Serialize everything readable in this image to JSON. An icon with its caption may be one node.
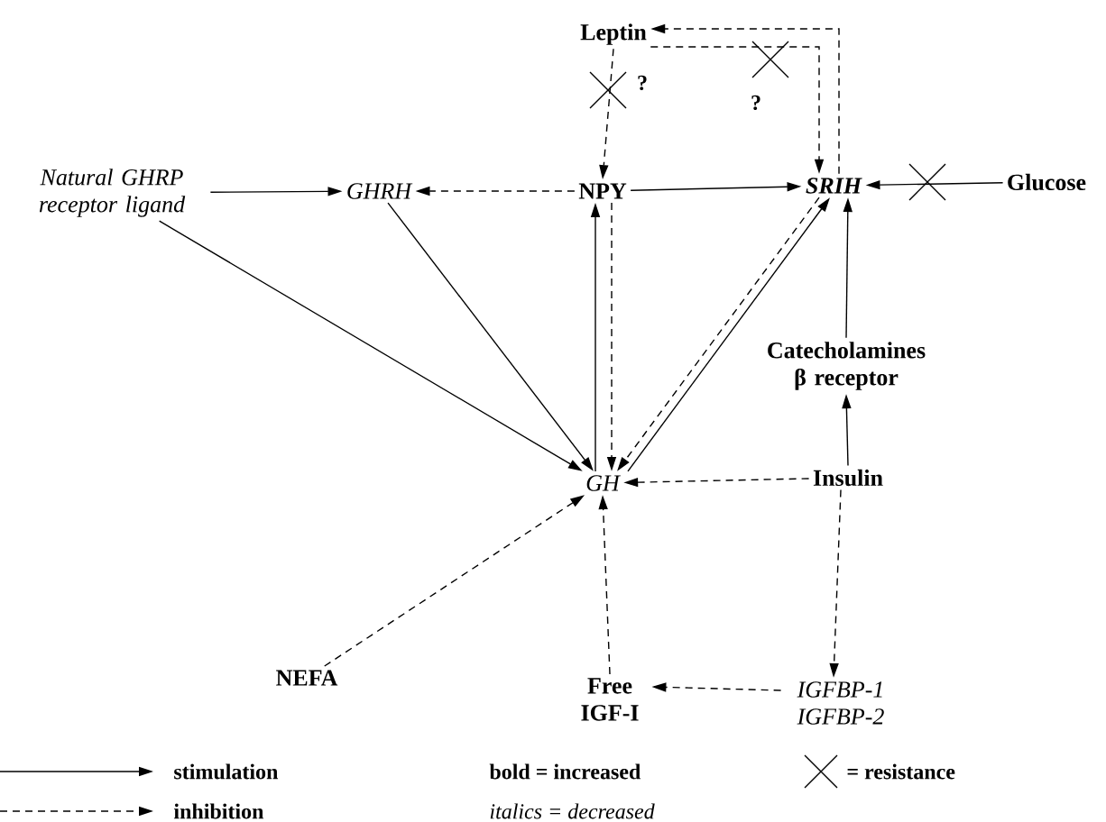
{
  "diagram": {
    "nodes": [
      {
        "text": [
          "Leptin"
        ]
      },
      {
        "text": [
          "Natural GHRP receptor ligand"
        ]
      },
      {
        "text": [
          "GHRH"
        ]
      },
      {
        "text": [
          "NPY"
        ]
      },
      {
        "text": [
          "SRIH"
        ]
      },
      {
        "text": [
          "Glucose"
        ]
      },
      {
        "text": [
          "Catecholamines β receptor"
        ]
      },
      {
        "text": [
          "GH"
        ]
      },
      {
        "text": [
          "Insulin"
        ]
      },
      {
        "text": [
          "NEFA"
        ]
      },
      {
        "text": [
          "Free IGF-I"
        ]
      },
      {
        "text": [
          "IGFBP-1 IGFBP-2"
        ]
      }
    ],
    "edges": [
      {
        "from": 0,
        "to": 3,
        "arrow": "to",
        "style": "dashed",
        "label": "?"
      },
      {
        "from": 4,
        "to": 0,
        "arrow": "to",
        "style": "dashed"
      },
      {
        "from": 0,
        "to": 4,
        "arrow": "to",
        "style": "dashed",
        "label": "?"
      },
      {
        "from": 1,
        "to": 2,
        "arrow": "to"
      },
      {
        "from": 3,
        "to": 2,
        "arrow": "to",
        "style": "dashed"
      },
      {
        "from": 3,
        "to": 4,
        "arrow": "to"
      },
      {
        "from": 5,
        "to": 4,
        "arrow": "to"
      },
      {
        "from": 1,
        "to": 7,
        "arrow": "to"
      },
      {
        "from": 2,
        "to": 7,
        "arrow": "to"
      },
      {
        "from": 7,
        "to": 3,
        "arrow": "to"
      },
      {
        "from": 3,
        "to": 7,
        "arrow": "to",
        "style": "dashed"
      },
      {
        "from": 4,
        "to": 7,
        "arrow": "to",
        "style": "dashed"
      },
      {
        "from": 7,
        "to": 4,
        "arrow": "to"
      },
      {
        "from": 6,
        "to": 4,
        "arrow": "to"
      },
      {
        "from": 8,
        "to": 6,
        "arrow": "to"
      },
      {
        "from": 8,
        "to": 7,
        "arrow": "to",
        "style": "dashed"
      },
      {
        "from": 8,
        "to": 11,
        "arrow": "to",
        "style": "dashed"
      },
      {
        "from": 11,
        "to": 10,
        "arrow": "to",
        "style": "dashed"
      },
      {
        "from": 10,
        "to": 7,
        "arrow": "to",
        "style": "dashed"
      },
      {
        "from": 9,
        "to": 7,
        "arrow": "to",
        "style": "dashed"
      }
    ],
    "labels": [
      "bold = increased",
      "italics = decreased"
    ],
    "legend": [
      {
        "text": "stimulation"
      },
      {
        "text": "inhibition"
      },
      {
        "text": "= resistance"
      }
    ]
  }
}
